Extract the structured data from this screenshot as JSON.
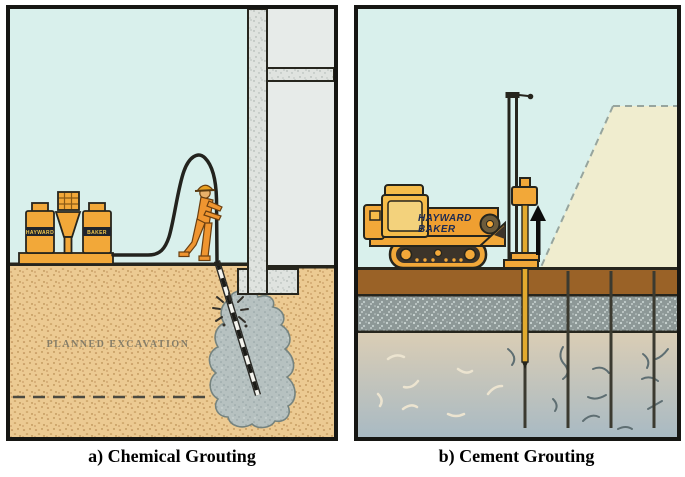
{
  "panels": {
    "chemical": {
      "caption": "a) Chemical Grouting",
      "soil_label": "PLANNED EXCAVATION",
      "plant": {
        "tank_left_label": "HAYWARD",
        "tank_right_label": "BAKER"
      }
    },
    "cement": {
      "caption": "b) Cement Grouting",
      "rig": {
        "label_line1": "HAYWARD",
        "label_line2": "BAKER"
      }
    }
  },
  "colors": {
    "sky": "#d9f0ec",
    "sand": "#ecca92",
    "sand_speckle": "#c0915a",
    "concrete": "#dfe3df",
    "topsoil_brown": "#9a6227",
    "gravel_layer": "#8d9897",
    "bedrock_top": "#dacdb5",
    "bedrock_bottom": "#a9bac3",
    "embankment": "#f0edcf",
    "equipment_yellow": "#f2a839",
    "equipment_yellow_light": "#f6bc4a",
    "grout_bulb": "#b6c1c0",
    "label_navy": "#1d2b52",
    "outline": "#26251d"
  }
}
